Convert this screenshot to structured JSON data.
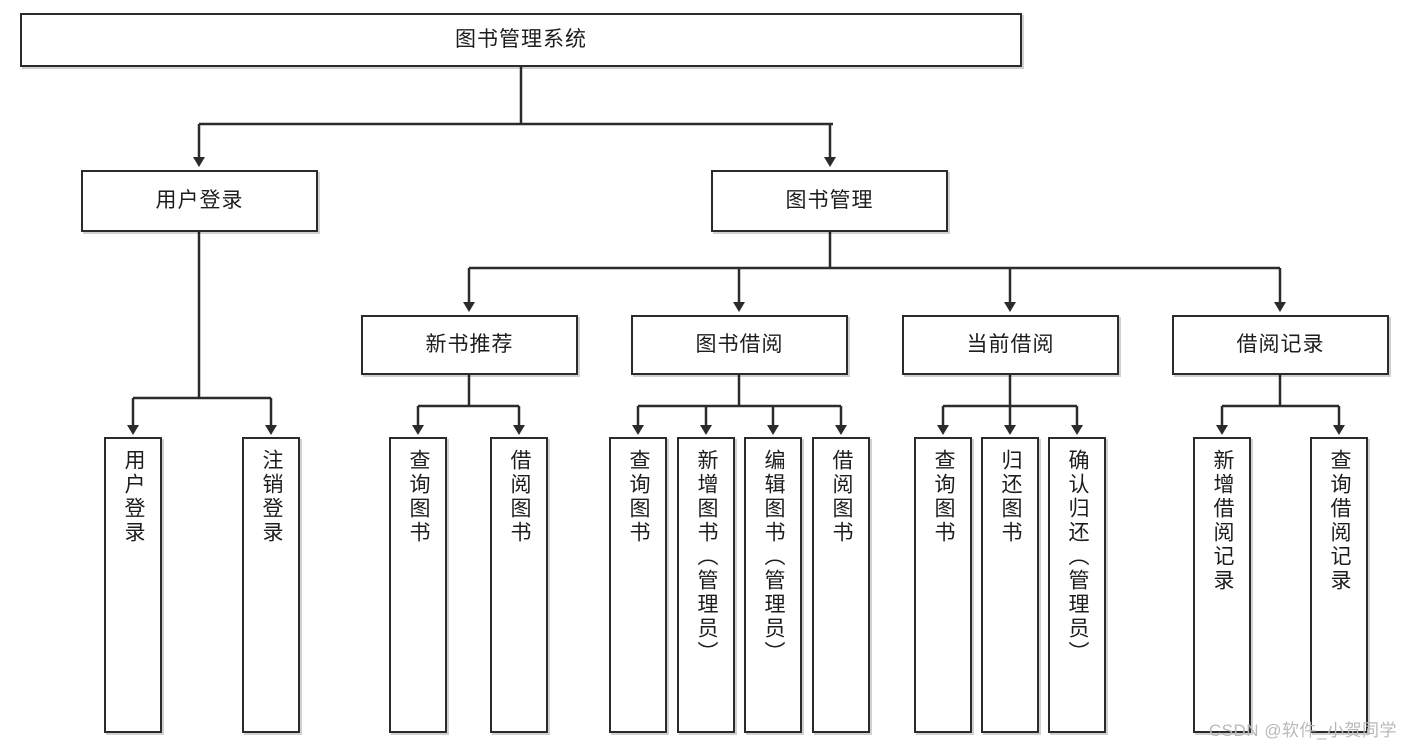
{
  "diagram": {
    "title": "图书管理系统",
    "watermark": "CSDN @软件_小贺同学",
    "colors": {
      "box_border": "#2b2b2b",
      "box_fill": "#ffffff",
      "connector": "#2b2b2b",
      "text": "#1d1d1d",
      "watermark": "#b9b9b9"
    },
    "levels": {
      "root": {
        "label": "图书管理系统"
      },
      "level2": [
        {
          "label": "用户登录"
        },
        {
          "label": "图书管理"
        }
      ],
      "level3": [
        {
          "label": "新书推荐"
        },
        {
          "label": "图书借阅"
        },
        {
          "label": "当前借阅"
        },
        {
          "label": "借阅记录"
        }
      ],
      "leaves": {
        "user_login": [
          {
            "label": "用户登录"
          },
          {
            "label": "注销登录"
          }
        ],
        "new_book_recommend": [
          {
            "label": "查询图书"
          },
          {
            "label": "借阅图书"
          }
        ],
        "book_borrow": [
          {
            "label": "查询图书"
          },
          {
            "label": "新增图书（管理员）"
          },
          {
            "label": "编辑图书（管理员）"
          },
          {
            "label": "借阅图书"
          }
        ],
        "current_borrow": [
          {
            "label": "查询图书"
          },
          {
            "label": "归还图书"
          },
          {
            "label": "确认归还（管理员）"
          }
        ],
        "borrow_record": [
          {
            "label": "新增借阅记录"
          },
          {
            "label": "查询借阅记录"
          }
        ]
      }
    }
  }
}
